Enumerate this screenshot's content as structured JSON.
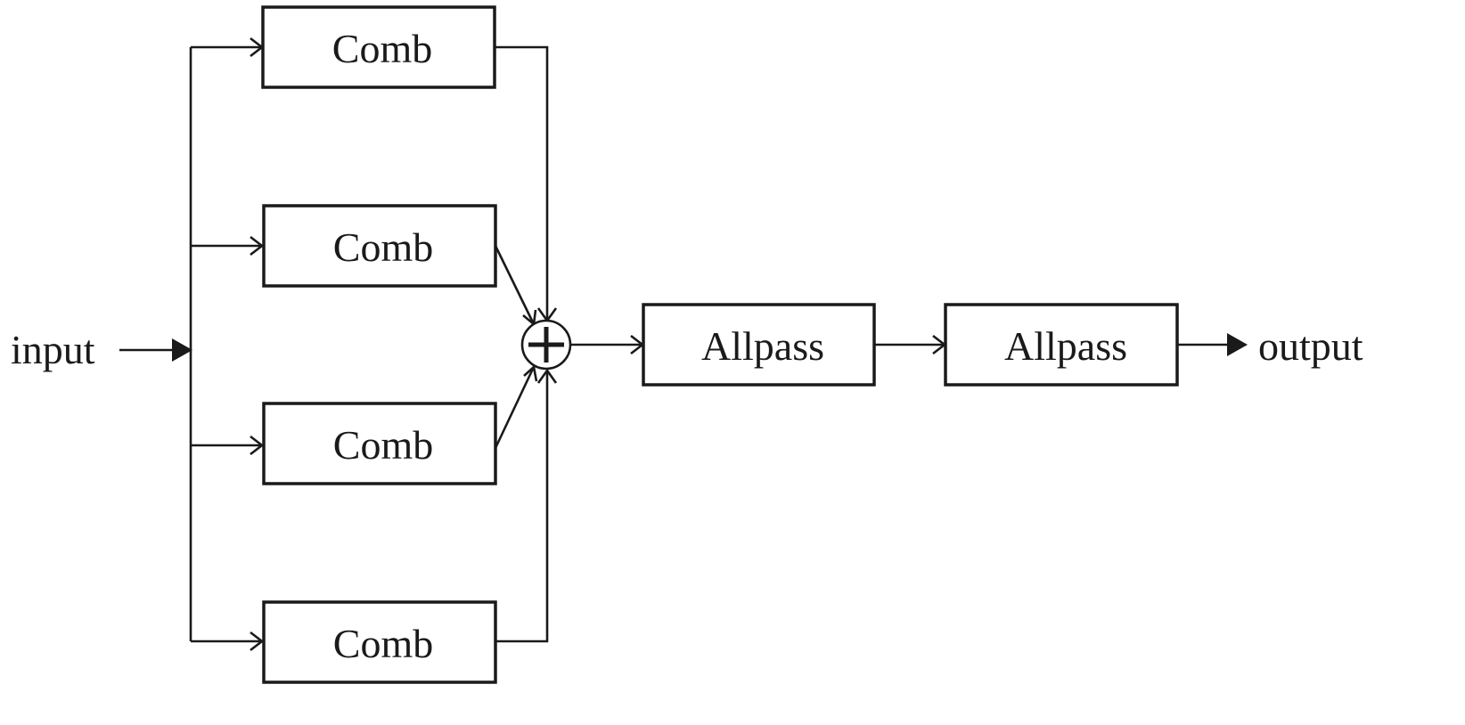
{
  "input_label": "input",
  "output_label": "output",
  "comb_filters": [
    {
      "label": "Comb"
    },
    {
      "label": "Comb"
    },
    {
      "label": "Comb"
    },
    {
      "label": "Comb"
    }
  ],
  "allpass_filters": [
    {
      "label": "Allpass"
    },
    {
      "label": "Allpass"
    }
  ],
  "summer_symbol": "+"
}
